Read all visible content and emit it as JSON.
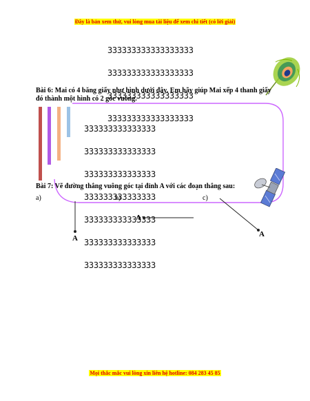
{
  "header": {
    "notice": "Đây là bản xem thử, vui lòng mua tài liệu để xem chi tiết (có lời giải)"
  },
  "filler_block_1": {
    "lines": [
      "ЗЗЗЗЗЗЗЗЗЗЗЗЗЗЗЗЗЗ",
      "ЗЗЗЗЗЗЗЗЗЗЗЗЗЗЗЗЗЗ",
      "ЗЗЗЗЗЗЗЗЗЗЗЗЗЗЗЗЗЗ",
      "ЗЗЗЗЗЗЗЗЗЗЗЗЗЗЗЗЗЗ"
    ]
  },
  "exercise6": {
    "text_line1": "Bài 6: Mai có 4 băng giấy như hình dưới đây. Em hãy giúp Mai xếp 4 thanh giấy",
    "text_line2": "đó thành một hình có 2 góc vuông.",
    "strip_colors": [
      "#c0504d",
      "#b05ae6",
      "#f4b183",
      "#9dc3e6"
    ],
    "frame_color": "#cc66ff"
  },
  "filler_block_2": {
    "lines": [
      "ЗЗЗЗЗЗЗЗЗЗЗЗЗЗЗ",
      "ЗЗЗЗЗЗЗЗЗЗЗЗЗЗЗ",
      "ЗЗЗЗЗЗЗЗЗЗЗЗЗЗЗ",
      "ЗЗЗЗЗЗЗЗЗЗЗЗЗЗЗ",
      "ЗЗЗЗЗЗЗЗЗЗЗЗЗЗЗ",
      "ЗЗЗЗЗЗЗЗЗЗЗЗЗЗЗ",
      "ЗЗЗЗЗЗЗЗЗЗЗЗЗЗЗ"
    ]
  },
  "exercise7": {
    "title": "Bài 7: Vẽ đường thẳng vuông góc tại đỉnh A với các đoạn thẳng sau:",
    "parts": [
      {
        "label": "a)",
        "point": "A"
      },
      {
        "label": "b)",
        "point": "A"
      },
      {
        "label": "c)",
        "point": "A"
      }
    ]
  },
  "decorations": {
    "peacock_feather": "feather-icon",
    "satellite": "satellite-icon"
  },
  "footer": {
    "hotline": "Mọi thắc mắc vui lòng xin liên hệ hotline: 084 283 45 85"
  }
}
